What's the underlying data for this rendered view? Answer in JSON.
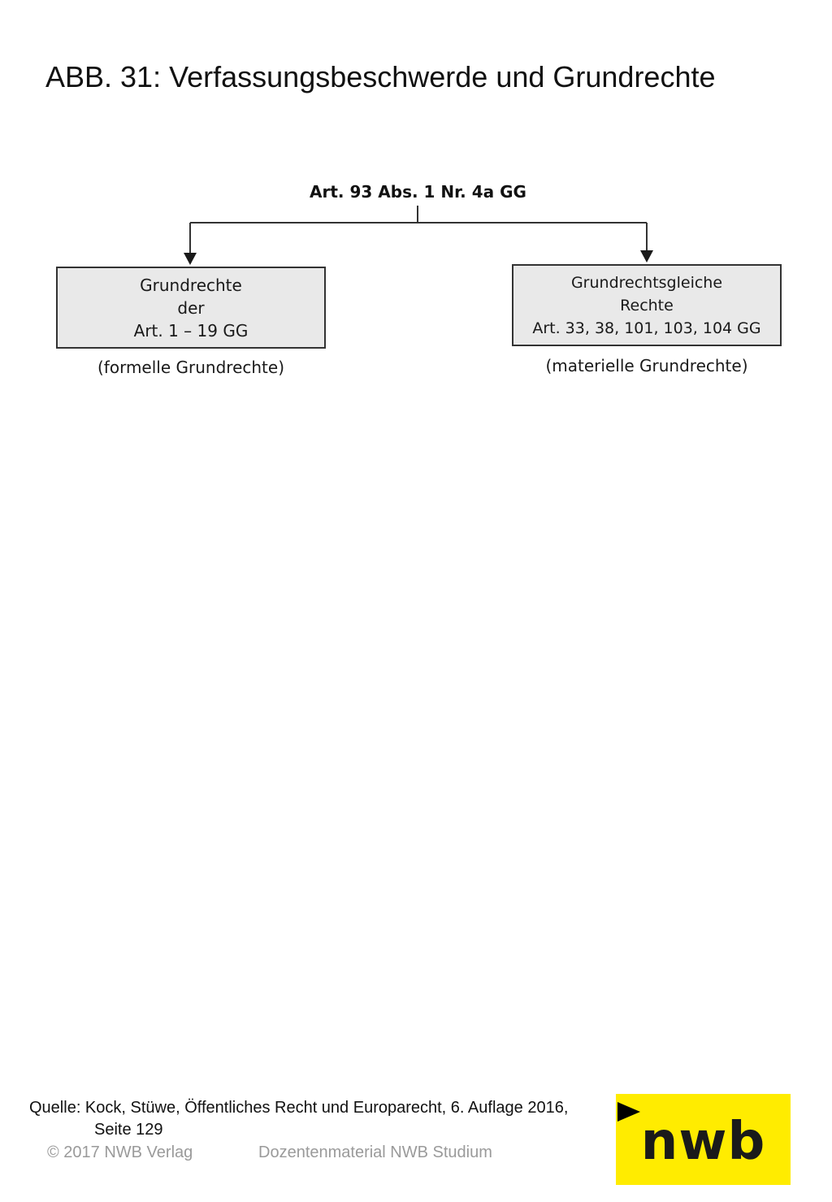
{
  "slide": {
    "title": "ABB. 31: Verfassungsbeschwerde und Grundrechte"
  },
  "diagram": {
    "root": "Art. 93 Abs. 1 Nr. 4a GG",
    "left": {
      "lines": [
        "Grundrechte",
        "der",
        "Art. 1 – 19 GG"
      ],
      "note": "(formelle Grundrechte)"
    },
    "right": {
      "lines": [
        "Grundrechtsgleiche",
        "Rechte",
        "Art. 33, 38, 101, 103, 104 GG"
      ],
      "note": "(materielle Grundrechte)"
    }
  },
  "footer": {
    "source_line1": "Quelle: Kock, Stüwe, Öffentliches Recht und Europarecht, 6. Auflage 2016,",
    "source_line2": "Seite 129",
    "copyright": "© 2017 NWB Verlag",
    "course": "Dozentenmaterial NWB Studium",
    "logo": "nwb"
  },
  "colors": {
    "box_fill": "#e9e9e9",
    "box_border": "#333333",
    "logo_yellow": "#ffec00",
    "footer_gray": "#9a9a9a"
  },
  "icons": {
    "next": "play-icon"
  }
}
